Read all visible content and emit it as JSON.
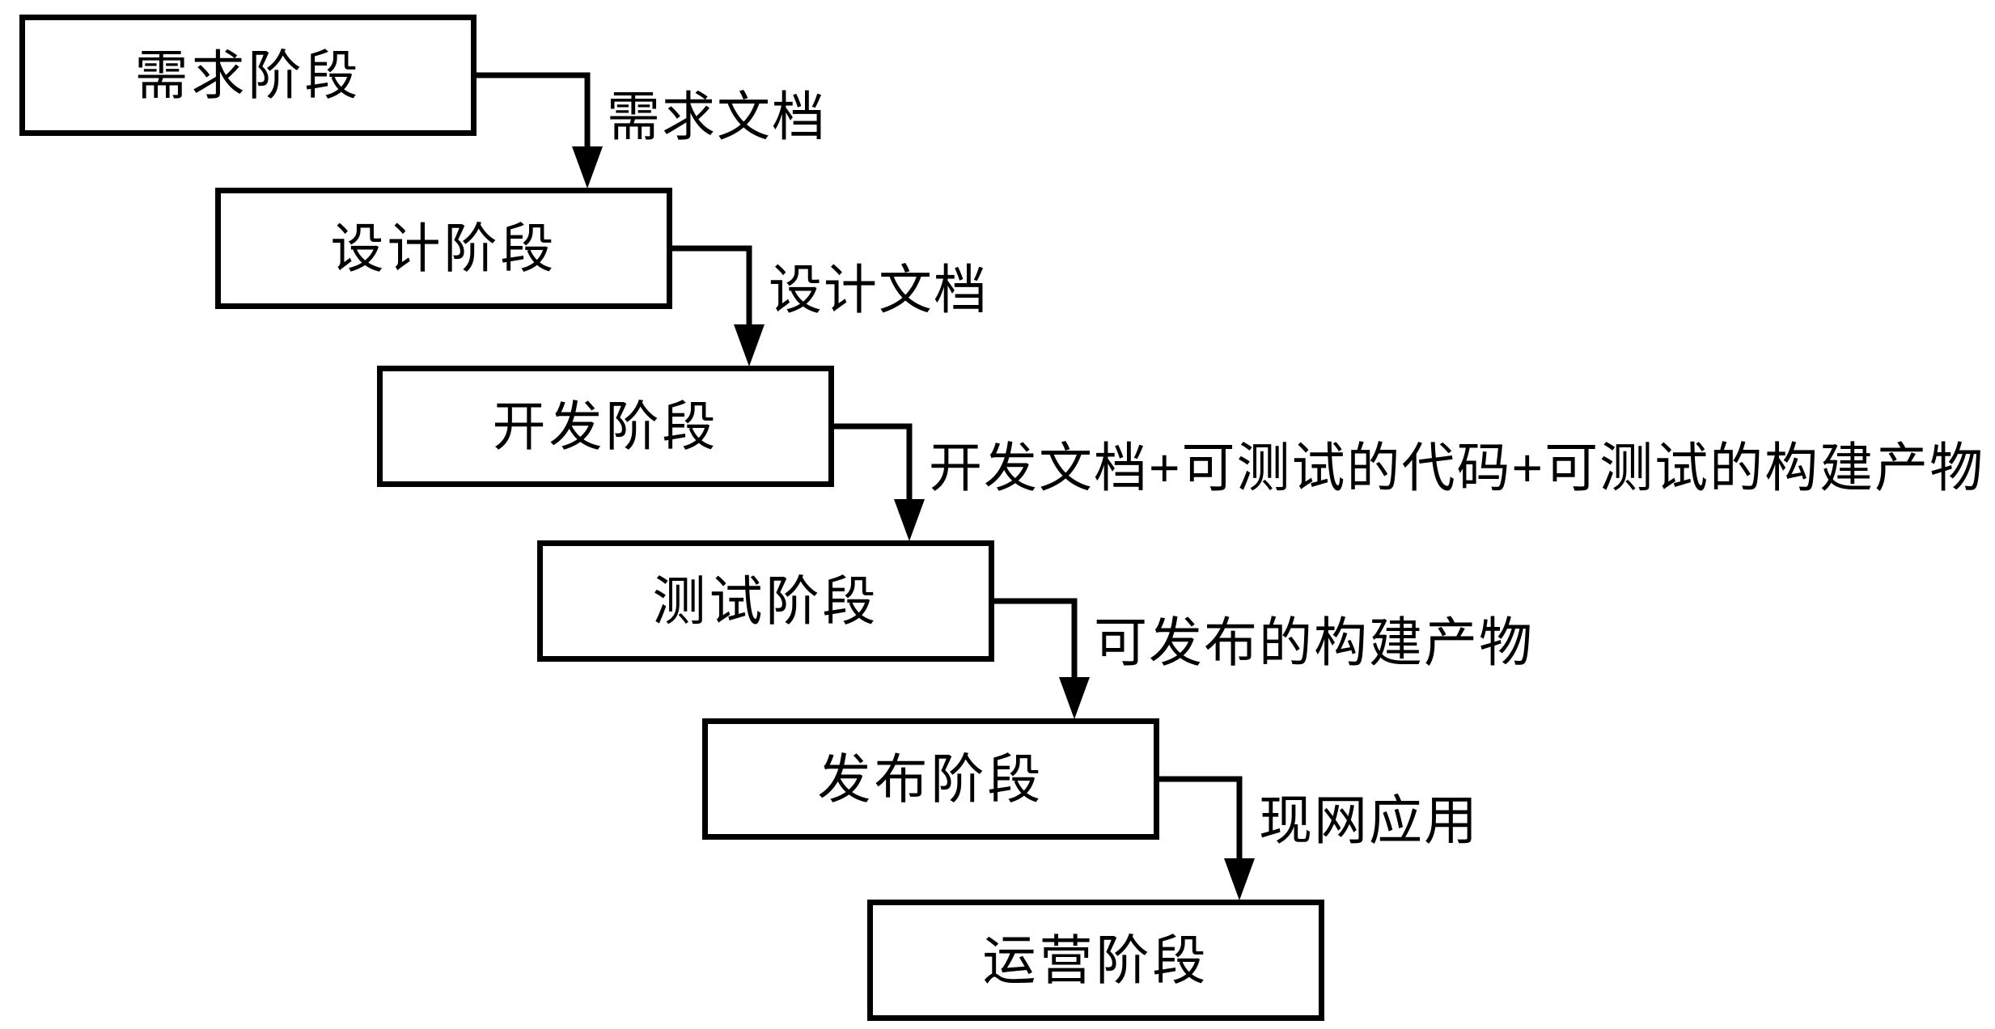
{
  "diagram": {
    "background_color": "#ffffff",
    "stroke_color": "#000000",
    "text_color": "#000000",
    "stages": [
      {
        "label": "需求阶段"
      },
      {
        "label": "设计阶段"
      },
      {
        "label": "开发阶段"
      },
      {
        "label": "测试阶段"
      },
      {
        "label": "发布阶段"
      },
      {
        "label": "运营阶段"
      }
    ],
    "transitions": [
      {
        "label": "需求文档"
      },
      {
        "label": "设计文档"
      },
      {
        "label": "开发文档+可测试的代码+可测试的构建产物"
      },
      {
        "label": "可发布的构建产物"
      },
      {
        "label": "现网应用"
      }
    ]
  }
}
